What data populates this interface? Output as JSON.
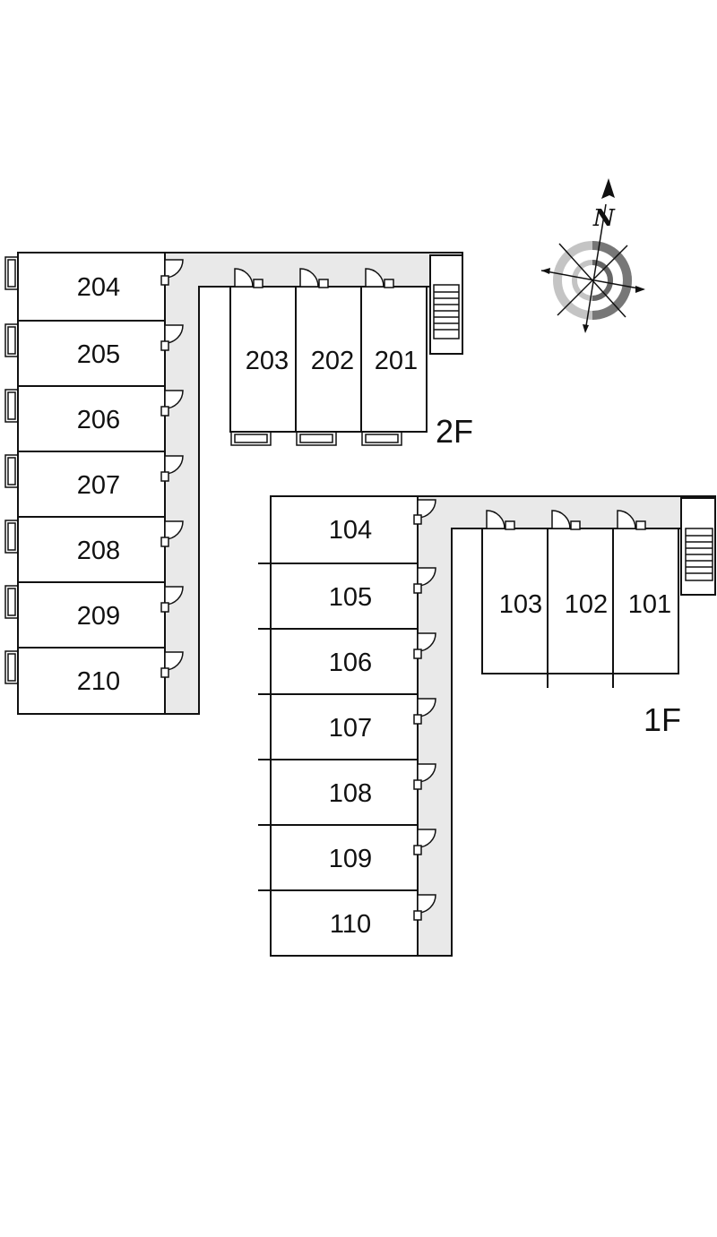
{
  "floors": {
    "second": {
      "label": "2F",
      "units_west": [
        "204",
        "205",
        "206",
        "207",
        "208",
        "209",
        "210"
      ],
      "units_north": [
        "203",
        "202",
        "201"
      ]
    },
    "first": {
      "label": "1F",
      "units_west": [
        "104",
        "105",
        "106",
        "107",
        "108",
        "109",
        "110"
      ],
      "units_north": [
        "103",
        "102",
        "101"
      ]
    }
  },
  "compass": {
    "label": "N",
    "icon": "compass-rose-icon"
  },
  "colors": {
    "corridor": "#e9e9e9",
    "wall": "#111111",
    "compass_ring": "#777777"
  }
}
